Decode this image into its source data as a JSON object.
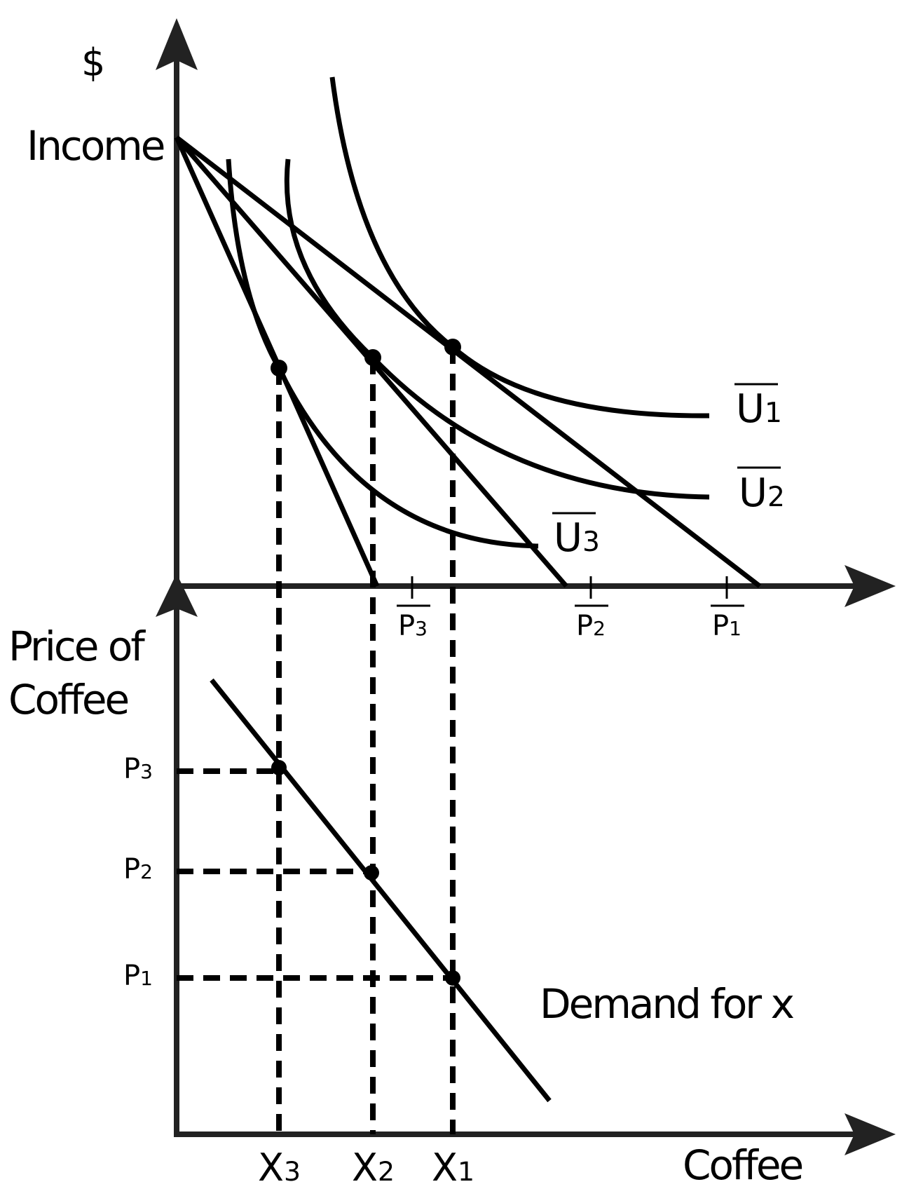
{
  "top_panel": {
    "y_axis_label": "$",
    "income_label": "Income",
    "budget_line_labels": [
      {
        "main": "P",
        "sub": "3"
      },
      {
        "main": "P",
        "sub": "2"
      },
      {
        "main": "P",
        "sub": "1"
      }
    ],
    "indifference_labels": [
      {
        "main": "U",
        "sub": "1"
      },
      {
        "main": "U",
        "sub": "2"
      },
      {
        "main": "U",
        "sub": "3"
      }
    ]
  },
  "bottom_panel": {
    "y_axis_label_line1": "Price of",
    "y_axis_label_line2": "Coffee",
    "price_labels": [
      {
        "main": "P",
        "sub": "3"
      },
      {
        "main": "P",
        "sub": "2"
      },
      {
        "main": "P",
        "sub": "1"
      }
    ],
    "quantity_labels": [
      {
        "main": "X",
        "sub": "3"
      },
      {
        "main": "X",
        "sub": "2"
      },
      {
        "main": "X",
        "sub": "1"
      }
    ],
    "x_axis_label": "Coffee",
    "demand_label": "Demand for x"
  },
  "colors": {
    "line": "#000000",
    "axis": "#222222"
  }
}
